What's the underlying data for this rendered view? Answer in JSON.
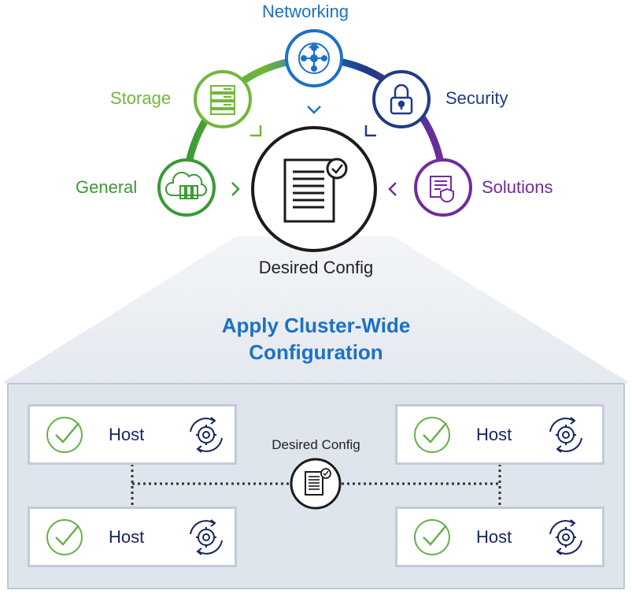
{
  "categories": {
    "networking": "Networking",
    "storage": "Storage",
    "security": "Security",
    "general": "General",
    "solutions": "Solutions"
  },
  "center_label": "Desired Config",
  "apply_title_line1": "Apply Cluster-Wide",
  "apply_title_line2": "Configuration",
  "cluster": {
    "center_label": "Desired Config",
    "hosts": [
      "Host",
      "Host",
      "Host",
      "Host"
    ]
  },
  "colors": {
    "general": "#3a9a35",
    "storage": "#72b73a",
    "networking": "#1c70c8",
    "security": "#1f3a86",
    "solutions": "#6f2c9e",
    "apply_title": "#1c70c8",
    "host_text": "#14265c",
    "check_green": "#6ab04c"
  },
  "icons": {
    "general": "cloud-server-icon",
    "storage": "server-rack-icon",
    "networking": "network-hub-icon",
    "security": "padlock-icon",
    "solutions": "shield-document-icon",
    "center": "document-check-icon",
    "host_status": "checkmark-icon",
    "host_sync": "gear-sync-icon"
  }
}
